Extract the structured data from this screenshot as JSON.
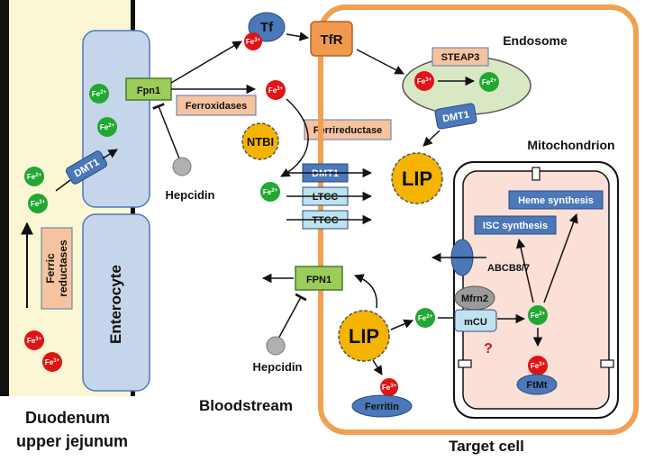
{
  "labels": {
    "duodenum_line1": "Duodenum",
    "duodenum_line2": "upper jejunum",
    "enterocyte": "Enterocyte",
    "ferric_reductases_1": "Ferric",
    "ferric_reductases_2": "reductases",
    "bloodstream": "Bloodstream",
    "target_cell": "Target cell",
    "endosome": "Endosome",
    "mitochondrion": "Mitochondrion",
    "hepcidin_top": "Hepcidin",
    "hepcidin_bottom": "Hepcidin",
    "ferroxidases": "Ferroxidases",
    "ferrireductase": "Ferrireductase",
    "ntbi": "NTBI",
    "tf": "Tf",
    "tfr": "TfR",
    "steap3": "STEAP3",
    "dmt1_endosome": "DMT1",
    "dmt1_enterocyte": "DMT1",
    "dmt1_membrane": "DMT1",
    "ltcc": "LTCC",
    "ttcc": "TTCC",
    "fpn1_enterocyte": "Fpn1",
    "fpn1_target": "FPN1",
    "lip_top": "LIP",
    "lip_bottom": "LIP",
    "heme_synthesis": "Heme synthesis",
    "isc_synthesis": "ISC synthesis",
    "abcb": "ABCB8/7",
    "mfrn2": "Mfrn2",
    "mcu": "mCU",
    "question": "?",
    "ferritin": "Ferritin",
    "ftmt": "FtMt"
  },
  "ions": {
    "fe2_base": "Fe",
    "fe2_charge": "2+",
    "fe3_base": "Fe",
    "fe3_charge": "3+"
  },
  "colors": {
    "fe2_green": "#22a832",
    "fe3_red": "#e01414",
    "target_border": "#f0a050",
    "enterocyte_fill": "#c6d6ea",
    "endosome_fill": "#d8e8c4",
    "mito_fill": "#fbe0d8",
    "lip_fill": "#f5b400",
    "transporter_blue": "#4a78b8",
    "tfr_orange": "#f09a50",
    "fpn_green": "#9ccc5a",
    "salmon_box": "#f6c3a0"
  }
}
